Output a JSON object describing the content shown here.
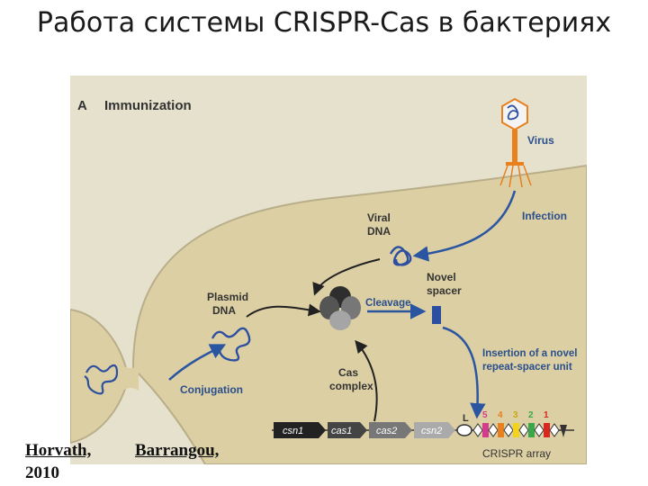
{
  "slide": {
    "title": "Работа системы CRISPR-Cas в бактериях"
  },
  "figure": {
    "panel_letter": "A",
    "panel_title": "Immunization",
    "labels": {
      "virus": "Virus",
      "infection": "Infection",
      "viral_dna": [
        "Viral",
        "DNA"
      ],
      "plasmid_dna": [
        "Plasmid",
        "DNA"
      ],
      "novel_spacer": [
        "Novel",
        "spacer"
      ],
      "cleavage": "Cleavage",
      "insertion": [
        "Insertion of a novel",
        "repeat-spacer unit"
      ],
      "cas_complex": [
        "Cas",
        "complex"
      ],
      "conjugation": "Conjugation",
      "leader": "L",
      "crispr_array": "CRISPR array",
      "genes": [
        "csn1",
        "cas1",
        "cas2",
        "csn2"
      ],
      "spacer_numbers": [
        "5",
        "4",
        "3",
        "2",
        "1"
      ]
    },
    "colors": {
      "cell_fill": "#dccfa3",
      "outside_fill": "#e6e1cc",
      "arrow": "#2a55a0",
      "label_blue": "#2a4f8c",
      "spacer_blue": "#2c4fa0",
      "spacer_colors": [
        "#d43b8c",
        "#e8801e",
        "#f2d21a",
        "#3aa84a",
        "#d8281e"
      ]
    }
  },
  "citation": {
    "author1": "Horvath,",
    "author2": "Barrangou,",
    "year": "2010"
  }
}
